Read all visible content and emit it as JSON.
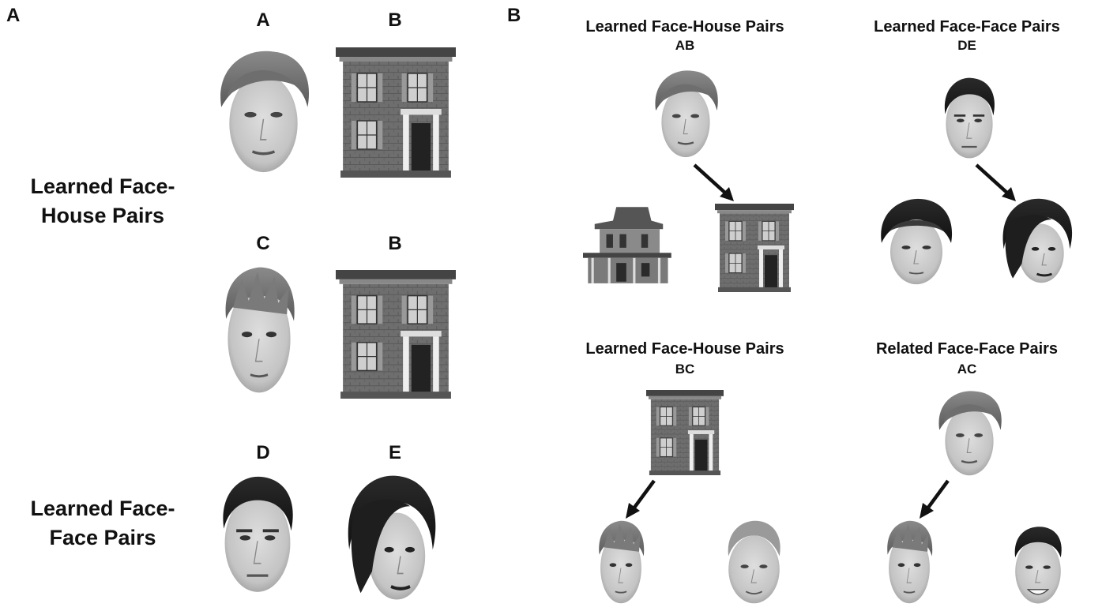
{
  "panel_a": {
    "letter": "A",
    "columns": {
      "first": "A",
      "second": "B"
    },
    "row2": {
      "first": "C",
      "second": "B"
    },
    "row3": {
      "first": "D",
      "second": "E"
    },
    "label_face_house": "Learned Face-House Pairs",
    "label_face_face": "Learned Face-Face Pairs"
  },
  "panel_b": {
    "letter": "B",
    "q1": {
      "title": "Learned Face-House Pairs",
      "sub": "AB"
    },
    "q2": {
      "title": "Learned Face-Face Pairs",
      "sub": "DE"
    },
    "q3": {
      "title": "Learned Face-House Pairs",
      "sub": "BC"
    },
    "q4": {
      "title": "Related Face-Face Pairs",
      "sub": "AC"
    }
  }
}
